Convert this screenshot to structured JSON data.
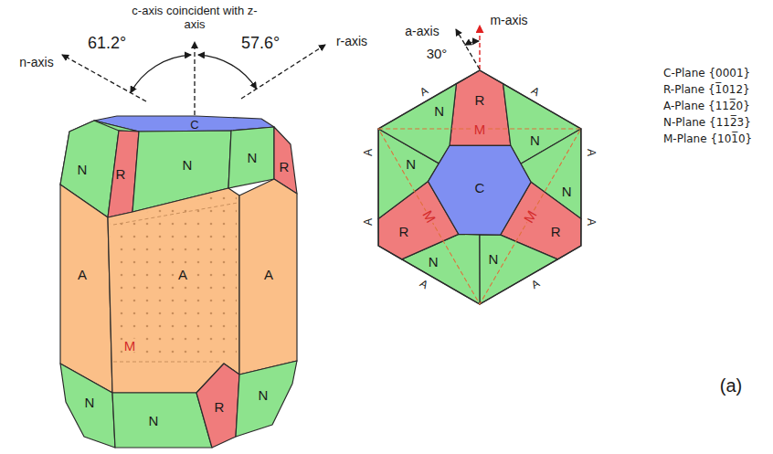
{
  "diagram": {
    "labels": [
      "c-axis coincident with z-axis",
      "61.2°",
      "57.6°",
      "n-axis",
      "r-axis",
      "C",
      "N",
      "R",
      "N",
      "N",
      "R",
      "A",
      "A",
      "A",
      "M",
      "N",
      "N",
      "R",
      "N",
      "30°",
      "m-axis",
      "a-axis",
      "R",
      "M",
      "N",
      "N",
      "N",
      "N",
      "N",
      "N",
      "C",
      "R",
      "R",
      "M",
      "M",
      "A",
      "A",
      "A",
      "A",
      "A",
      "A",
      "A",
      "A",
      "C-Plane {0001}",
      "R-Plane {1̅012}",
      "A-Plane {112̅0}",
      "N-Plane {112̅3}",
      "M-Plane {101̅0}",
      "(a)"
    ]
  }
}
